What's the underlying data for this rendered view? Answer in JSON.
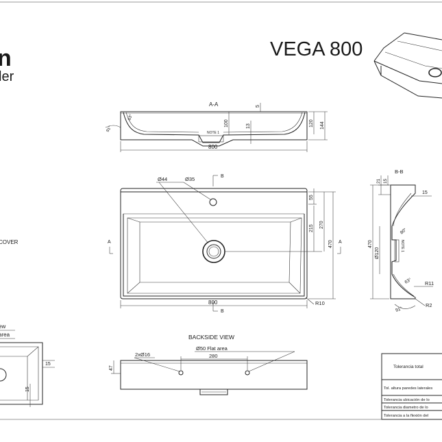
{
  "title": "VEGA 800",
  "logo_fragment_1": "n",
  "logo_fragment_2": "ler",
  "section_labels": {
    "section_aa": "A-A",
    "section_bb": "B-B",
    "backside_view": "BACKSIDE VIEW",
    "cover_fragment": "COVER",
    "view_fragment": "ew",
    "area_fragment": "area",
    "section_marker_a": "A",
    "section_marker_b": "B"
  },
  "section_aa_dims": {
    "width": "800",
    "height_120": "120",
    "height_144": "144",
    "depth_100": "100",
    "dim_5": "5",
    "dim_13": "13",
    "angle_91": "91°",
    "angle_63": "63°",
    "note": "NOTE 1"
  },
  "top_view_dims": {
    "overflow_dia": "Ø44",
    "tap_hole_dia": "Ø35",
    "dim_55": "55",
    "dim_215": "215",
    "dim_270": "270",
    "dim_470": "470",
    "width": "800",
    "radius": "R10"
  },
  "section_bb_dims": {
    "dim_21": "21",
    "dim_15_top": "15",
    "dim_15_right": "15",
    "dim_470": "470",
    "drain_dia": "Ø120",
    "angle_80": "80°",
    "angle_63": "63°",
    "angle_91": "91°",
    "radius_11": "R11",
    "radius_2": "R2",
    "note": "NOTE 1"
  },
  "backside_dims": {
    "holes": "2xØ16",
    "flat_area": "Ø50 Flat area",
    "spacing": "280",
    "dim_47": "47"
  },
  "left_partial_dims": {
    "dim_15_a": "15",
    "dim_15_b": "15"
  },
  "tolerance_table": {
    "header": "Tolerancia total",
    "rows": [
      "Tol. altura paredes laterales",
      "Tolerancia ubicación de lo",
      "Tolerancia diametro de lo",
      "Tolerancia a la flexión del"
    ]
  }
}
